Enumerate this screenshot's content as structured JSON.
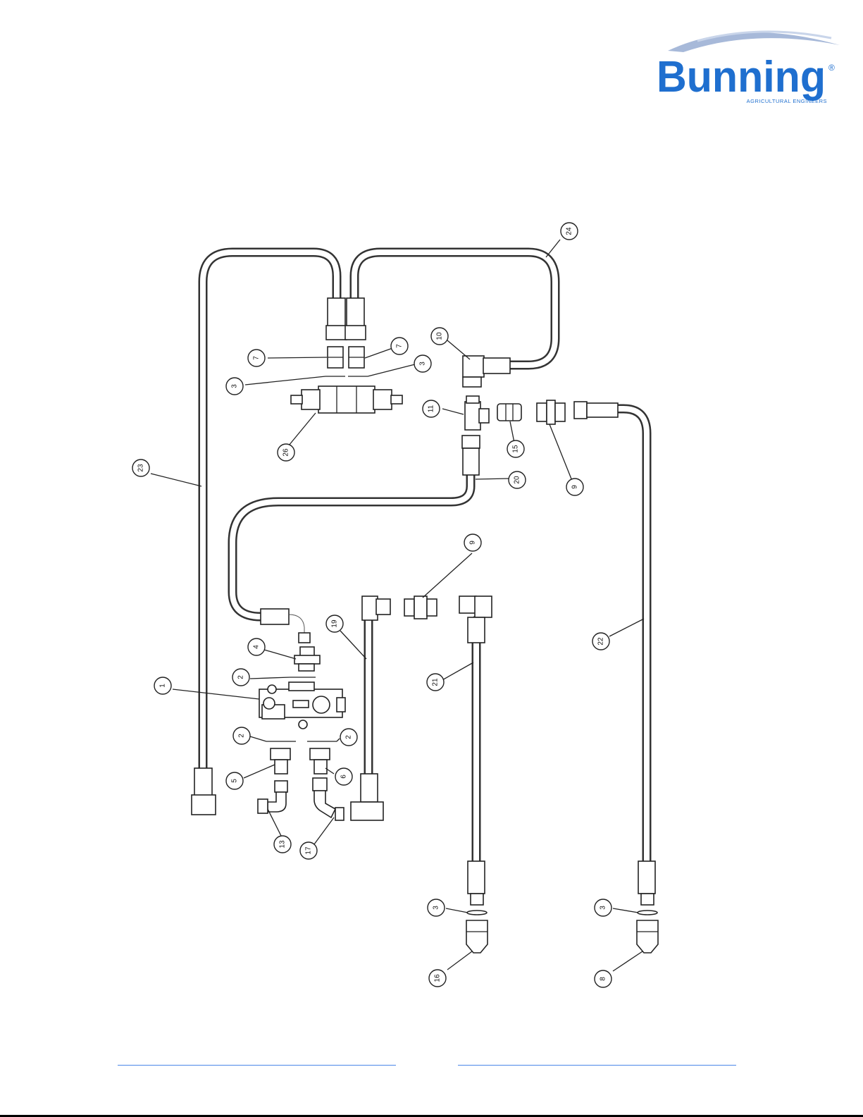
{
  "logo": {
    "brand": "Bunning",
    "registered": "®",
    "tagline": "AGRICULTURAL ENGINEERS",
    "colors": {
      "brand_blue": "#1f6fcf",
      "swoosh": "#a7b9d9"
    }
  },
  "callouts": [
    {
      "id": "c24",
      "label": "24"
    },
    {
      "id": "c7a",
      "label": "7"
    },
    {
      "id": "c7b",
      "label": "7"
    },
    {
      "id": "c3a",
      "label": "3"
    },
    {
      "id": "c3b",
      "label": "3"
    },
    {
      "id": "c10",
      "label": "10"
    },
    {
      "id": "c11",
      "label": "11"
    },
    {
      "id": "c15",
      "label": "15"
    },
    {
      "id": "c9a",
      "label": "9"
    },
    {
      "id": "c26",
      "label": "26"
    },
    {
      "id": "c23",
      "label": "23"
    },
    {
      "id": "c20",
      "label": "20"
    },
    {
      "id": "c9b",
      "label": "9"
    },
    {
      "id": "c19",
      "label": "19"
    },
    {
      "id": "c21",
      "label": "21"
    },
    {
      "id": "c22",
      "label": "22"
    },
    {
      "id": "c4",
      "label": "4"
    },
    {
      "id": "c2a",
      "label": "2"
    },
    {
      "id": "c1",
      "label": "1"
    },
    {
      "id": "c2b",
      "label": "2"
    },
    {
      "id": "c2c",
      "label": "2"
    },
    {
      "id": "c5",
      "label": "5"
    },
    {
      "id": "c6",
      "label": "6"
    },
    {
      "id": "c13",
      "label": "13"
    },
    {
      "id": "c17",
      "label": "17"
    },
    {
      "id": "c3c",
      "label": "3"
    },
    {
      "id": "c3d",
      "label": "3"
    },
    {
      "id": "c16",
      "label": "16"
    },
    {
      "id": "c8",
      "label": "8"
    }
  ],
  "colors": {
    "footer_rule": "#4a86e8",
    "ink": "#222222"
  }
}
